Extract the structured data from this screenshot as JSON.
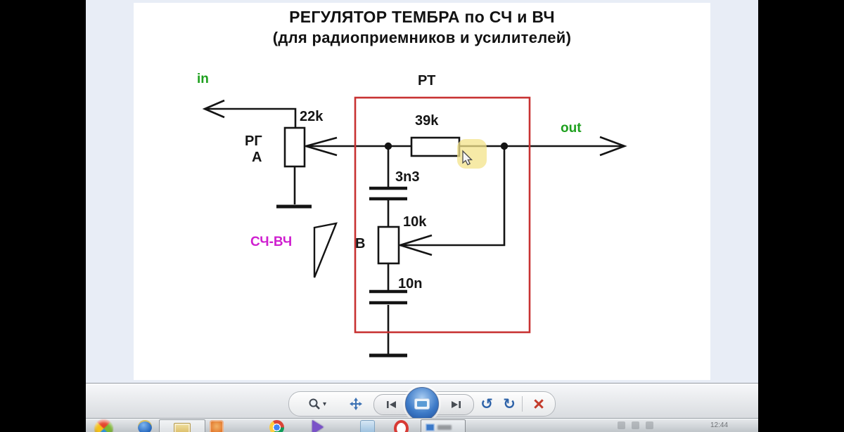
{
  "document": {
    "title_line1": "РЕГУЛЯТОР ТЕМБРА по СЧ и ВЧ",
    "title_line2": "(для радиоприемников и усилителей)",
    "schematic": {
      "input_label": "in",
      "output_label": "out",
      "block_label": "РТ",
      "pot_a_label_1": "РГ",
      "pot_a_label_2": "А",
      "pot_a_value": "22k",
      "resistor_value": "39k",
      "cap_top_value": "3n3",
      "pot_b_label": "B",
      "pot_b_value": "10k",
      "cap_bottom_value": "10n",
      "control_label": "СЧ-ВЧ",
      "colors": {
        "wire": "#141414",
        "io_label_green": "#1ea01e",
        "control_magenta": "#cf1fcf",
        "block_outline_red": "#c83232",
        "marker_highlight": "#f3e38a"
      }
    }
  },
  "toolbar": {
    "icons": [
      "zoom",
      "zoom-dropdown",
      "fit-to-window",
      "previous",
      "slideshow",
      "next",
      "rotate-ccw",
      "rotate-cw",
      "delete"
    ],
    "zoom_dropdown_glyph": "▾",
    "rotate_ccw_glyph": "↺",
    "rotate_cw_glyph": "↻",
    "delete_glyph": "×"
  },
  "taskbar": {
    "clock": "12:44"
  }
}
